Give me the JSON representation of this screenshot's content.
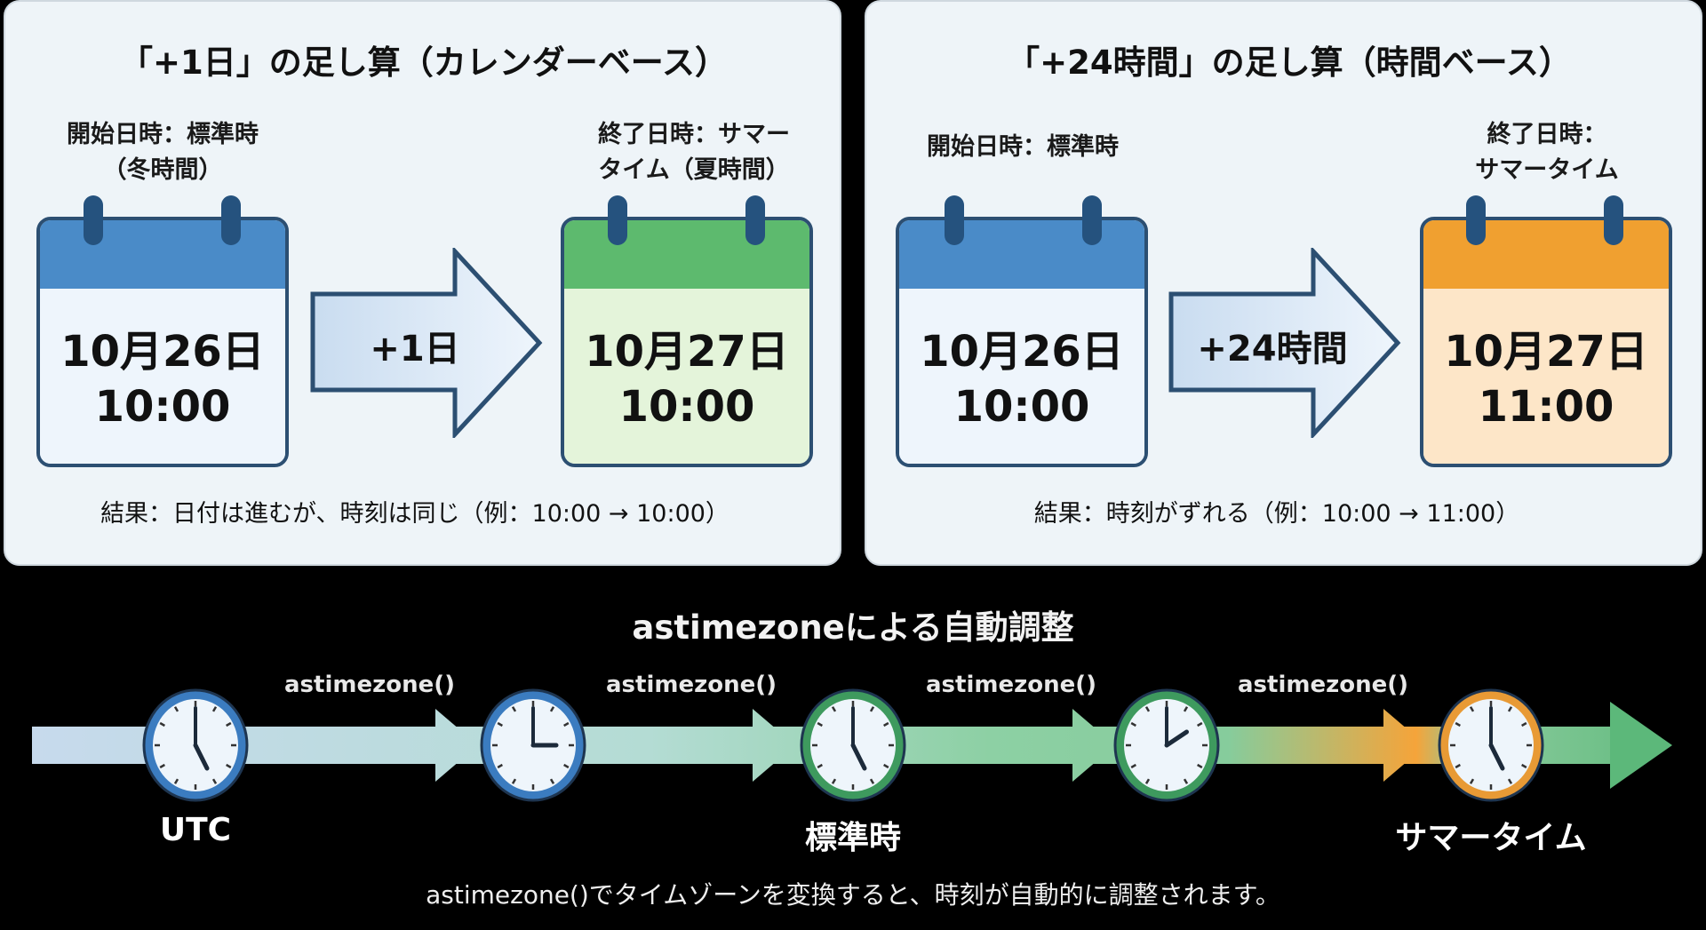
{
  "calendar_panel": {
    "title": "「+1日」の足し算（カレンダーベース）",
    "start_label": [
      "開始日時：標準時",
      "（冬時間）"
    ],
    "start_date": "10月26日",
    "start_time": "10:00",
    "arrow_label": "+1日",
    "end_label": [
      "終了日時：サマー",
      "タイム（夏時間）"
    ],
    "end_date": "10月27日",
    "end_time": "10:00",
    "result": "結果：日付は進むが、時刻は同じ（例：10:00 → 10:00）",
    "colors": {
      "start_header": "#4a8bc8",
      "start_body": "#eef5fc",
      "end_header": "#5dba6e",
      "end_body": "#e4f4da"
    }
  },
  "time_panel": {
    "title": "「+24時間」の足し算（時間ベース）",
    "start_label": [
      "開始日時：標準時"
    ],
    "start_date": "10月26日",
    "start_time": "10:00",
    "arrow_label": "+24時間",
    "end_label": [
      "終了日時：",
      "サマータイム"
    ],
    "end_date": "10月27日",
    "end_time": "11:00",
    "result": "結果：時刻がずれる（例：10:00 → 11:00）",
    "colors": {
      "start_header": "#4a8bc8",
      "start_body": "#eef5fc",
      "end_header": "#f0a030",
      "end_body": "#fde6c8"
    }
  },
  "timeline": {
    "title": "astimezoneによる自動調整",
    "function_labels": [
      "astimezone()",
      "astimezone()",
      "astimezone()",
      "astimezone()"
    ],
    "zone_labels": {
      "utc": "UTC",
      "standard": "標準時",
      "summer": "サマータイム"
    },
    "clocks": [
      {
        "hour": 5,
        "minute": 0,
        "color": "#3b7cc0"
      },
      {
        "hour": 3,
        "minute": 0,
        "color": "#3b7cc0"
      },
      {
        "hour": 5,
        "minute": 0,
        "color": "#3e9a5e"
      },
      {
        "hour": 2,
        "minute": 0,
        "color": "#3e9a5e"
      },
      {
        "hour": 5,
        "minute": 0,
        "color": "#e89a35"
      }
    ],
    "footer": "astimezone()でタイムゾーンを変換すると、時刻が自動的に調整されます。"
  }
}
